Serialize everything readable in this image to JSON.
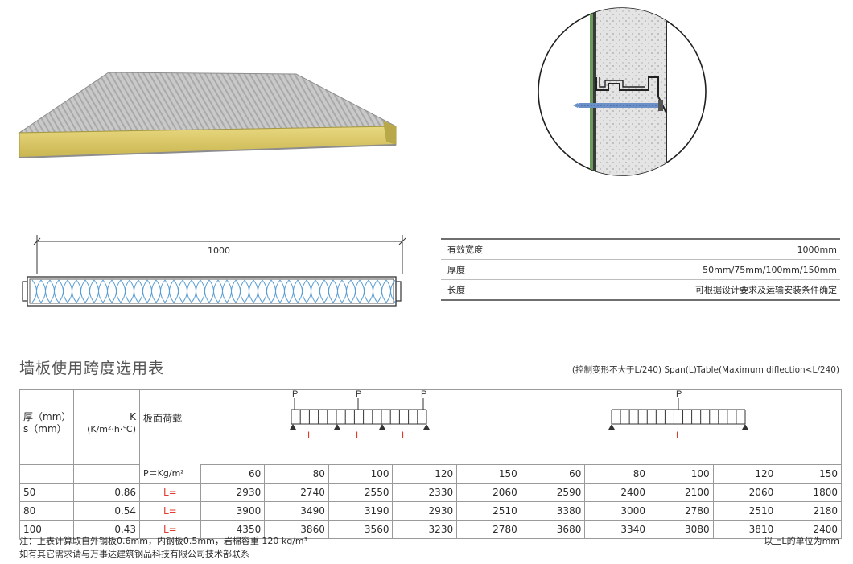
{
  "section_dimension": {
    "width_label": "1000"
  },
  "spec": [
    {
      "label": "有效宽度",
      "value": "1000mm"
    },
    {
      "label": "厚度",
      "value": "50mm/75mm/100mm/150mm"
    },
    {
      "label": "长度",
      "value": "可根据设计要求及运输安装条件确定"
    }
  ],
  "span_table": {
    "title": "墙板使用跨度选用表",
    "subtitle": "(控制变形不大于L/240) Span(L)Table(Maximum diflection<L/240)",
    "header": {
      "thickness": "厚（mm）s（mm）",
      "thickness_line1": "厚（mm）",
      "thickness_line2": "s（mm）",
      "k_label": "K",
      "k_unit": "(K/m²·h·℃)",
      "load_label": "板面荷载",
      "p_unit": "P＝Kg/m²",
      "diagram1_p": "P",
      "diagram1_l": "L",
      "diagram2_p": "P",
      "diagram2_l": "L",
      "loads": [
        "60",
        "80",
        "100",
        "120",
        "150",
        "60",
        "80",
        "100",
        "120",
        "150"
      ]
    },
    "rows": [
      {
        "s": "50",
        "k": "0.86",
        "l": "L=",
        "values": [
          "2930",
          "2740",
          "2550",
          "2330",
          "2060",
          "2590",
          "2400",
          "2100",
          "2060",
          "1800"
        ]
      },
      {
        "s": "80",
        "k": "0.54",
        "l": "L=",
        "values": [
          "3900",
          "3490",
          "3190",
          "2930",
          "2510",
          "3380",
          "3000",
          "2780",
          "2510",
          "2180"
        ]
      },
      {
        "s": "100",
        "k": "0.43",
        "l": "L=",
        "values": [
          "4350",
          "3860",
          "3560",
          "3230",
          "2780",
          "3680",
          "3340",
          "3080",
          "3810",
          "2400"
        ]
      }
    ]
  },
  "notes": {
    "note1": "注：上表计算取自外钢板0.6mm，内钢板0.5mm，岩棉容重 120 kg/m³",
    "note2": "如有其它需求请与万事达建筑钢品科技有限公司技术部联系",
    "unit": "以上L的单位为mm"
  }
}
